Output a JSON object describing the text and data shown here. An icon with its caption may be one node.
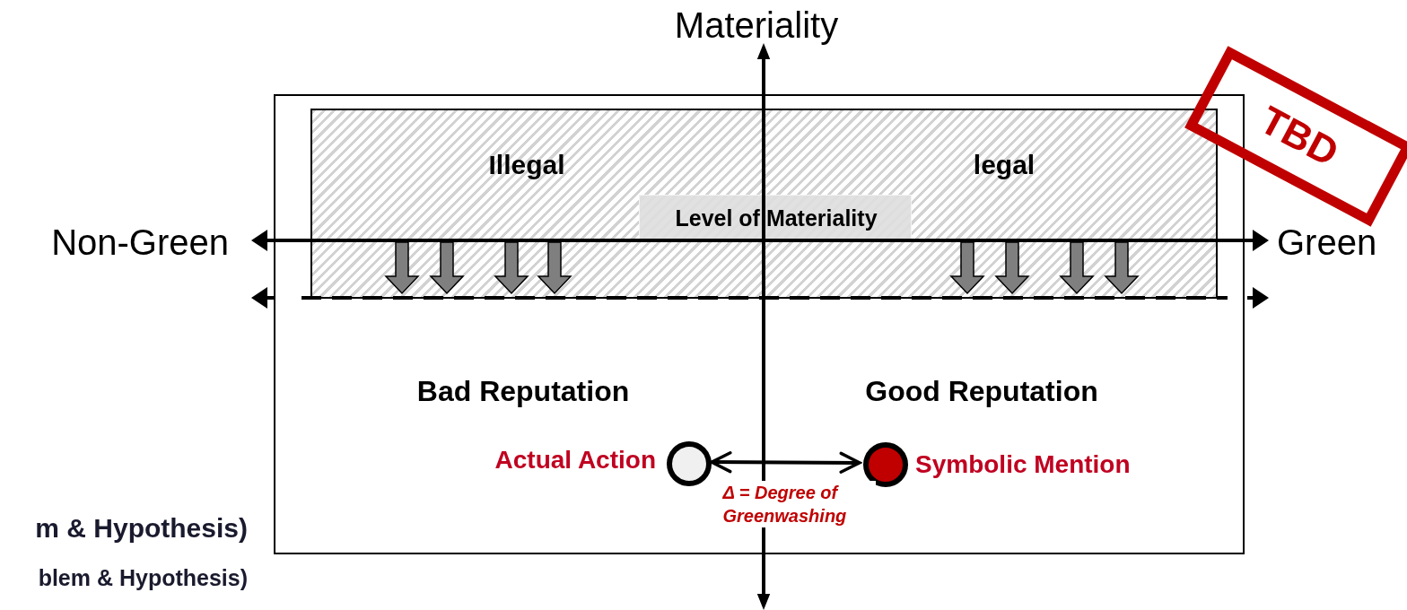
{
  "diagram": {
    "nodes": [
      {
        "text": [],
        "shape": "box"
      },
      {
        "text": [
          "Illegal",
          "legal"
        ],
        "in": 0
      },
      {
        "text": [
          "Level of Materiality"
        ],
        "in": 1
      },
      {
        "text": [],
        "shape": "circle",
        "in": 0,
        "beside": [
          "Actual Action"
        ]
      },
      {
        "text": [],
        "shape": "circle",
        "in": 0,
        "beside": [
          "Symbolic Mention"
        ]
      }
    ],
    "edges": [
      {
        "from": 3,
        "to": 4,
        "arrow": "both",
        "label": "Δ = Degree of Greenwashing"
      }
    ],
    "labels": [
      "Materiality",
      "TBD",
      "Non-Green",
      "Green",
      "Bad Reputation",
      "Good Reputation",
      "m & Hypothesis)",
      "blem & Hypothesis)"
    ]
  }
}
